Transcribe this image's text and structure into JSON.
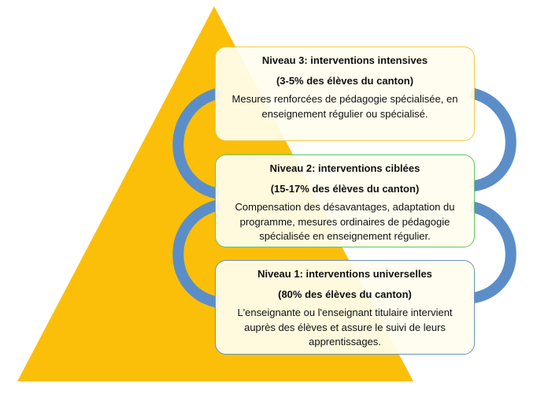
{
  "colors": {
    "pyramid": "#fbbf0a",
    "arrow": "#5b8ec8",
    "arrow_dark": "#2f6cab",
    "level3_border": "#f2c94c",
    "level2_border": "#62c462",
    "level1_border": "#6f8fbf"
  },
  "levels": [
    {
      "title": "Niveau 3: interventions intensives",
      "subtitle": "(3-5% des élèves du canton)",
      "description": "Mesures renforcées de pédagogie spécialisée, en enseignement régulier ou spécialisé."
    },
    {
      "title": "Niveau 2: interventions ciblées",
      "subtitle": "(15-17% des élèves du canton)",
      "description": "Compensation des désavantages, adaptation du programme, mesures ordinaires de pédagogie spécialisée en enseignement régulier."
    },
    {
      "title": "Niveau 1: interventions universelles",
      "subtitle": "(80% des élèves du canton)",
      "description": "L'enseignante ou l'enseignant titulaire intervient auprès des élèves et assure le suivi de leurs apprentissages."
    }
  ]
}
